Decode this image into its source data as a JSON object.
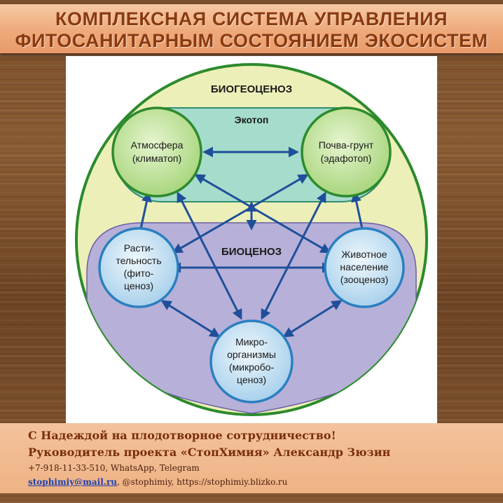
{
  "banner": {
    "title_line1": "КОМПЛЕКСНАЯ СИСТЕМА УПРАВЛЕНИЯ",
    "title_line2": "ФИТОСАНИТАРНЫМ СОСТОЯНИЕМ ЭКОСИСТЕМ"
  },
  "diagram": {
    "biogeocenosis_label": "БИОГЕОЦЕНОЗ",
    "ecotop_label": "Экотоп",
    "biocenosis_label": "БИОЦЕНОЗ",
    "nodes": {
      "atmosphere": [
        "Атмосфера",
        "(климатоп)"
      ],
      "soil": [
        "Почва-грунт",
        "(эдафотоп)"
      ],
      "vegetation": [
        "Расти-",
        "тельность",
        "(фито-",
        "ценоз)"
      ],
      "animals": [
        "Животное",
        "население",
        "(зооценоз)"
      ],
      "microorganisms": [
        "Микро-",
        "организмы",
        "(микробо-",
        "ценоз)"
      ]
    },
    "colors": {
      "outer_fill": "#ecf0b8",
      "outer_stroke": "#2d8a2d",
      "ecotop_fill": "#a6dccb",
      "biocenosis_fill": "#b7b0d8",
      "green_node_fill": "#c8e6a0",
      "blue_node_fill": "#d2e8f4",
      "arrow": "#1f4f9a"
    }
  },
  "footer": {
    "line1": "С Надеждой на плодотворное сотрудничество!",
    "line2": "Руководитель проекта «СтопХимия» Александр Зюзин",
    "line3": "+7-918-11-33-510, WhatsApp, Telegram",
    "email": "stophimiy@mail.ru",
    "line4_rest": ", @stophimiy,  https://stophimiy.blizko.ru"
  }
}
